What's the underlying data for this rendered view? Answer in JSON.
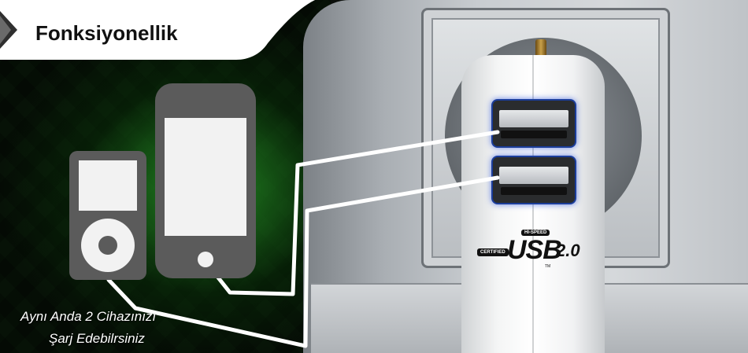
{
  "header": {
    "title": "Fonksiyonellik"
  },
  "caption": {
    "line1": "Aynı Anda 2 Cihazınızı",
    "line2": "Şarj Edebilrsiniz"
  },
  "usb_logo": {
    "hi_speed": "HI-SPEED",
    "certified": "CERTIFIED",
    "word": "USB",
    "version": "2.0",
    "tm": "TM"
  },
  "colors": {
    "accent": "#1b3d9a",
    "cable": "#ffffff",
    "device": "#5b5b5b"
  },
  "icons": [
    "arrow-tab-icon",
    "music-player-icon",
    "smartphone-icon"
  ]
}
